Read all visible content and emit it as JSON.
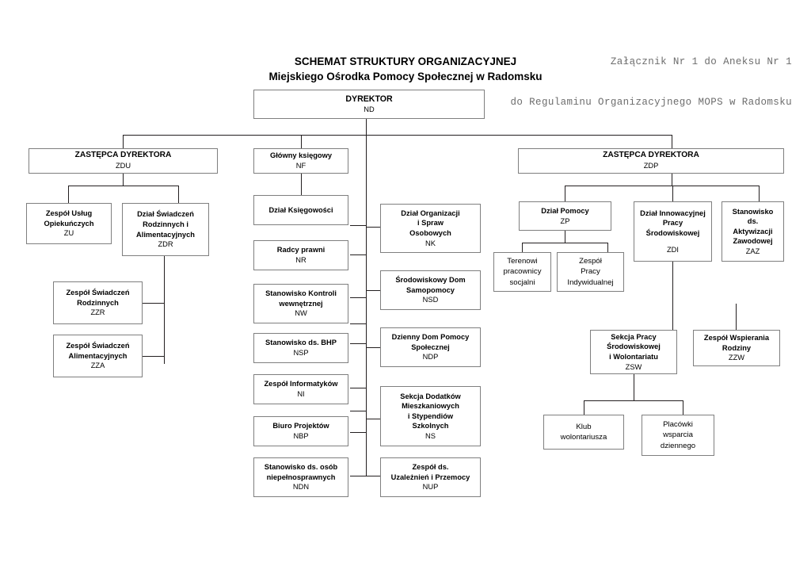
{
  "header": {
    "doc_ref_line1": "Załącznik Nr 1 do Aneksu Nr 1",
    "doc_ref_line2": "do Regulaminu Organizacyjnego MOPS w Radomsku"
  },
  "title": {
    "line1": "SCHEMAT STRUKTURY ORGANIZACYJNEJ",
    "line2": "Miejskiego Ośrodka Pomocy Społecznej w Radomsku"
  },
  "nodes": {
    "dyrektor": {
      "name": "DYREKTOR",
      "code": "ND"
    },
    "zdu": {
      "name": "ZASTĘPCA DYREKTORA",
      "code": "ZDU"
    },
    "glowny": {
      "name": "Główny księgowy",
      "code": "NF"
    },
    "zdp": {
      "name": "ZASTĘPCA DYREKTORA",
      "code": "ZDP"
    },
    "zu": {
      "name": "Zespół Usług\nOpiekuńczych",
      "code": "ZU"
    },
    "zdr": {
      "name": "Dział Świadczeń\nRodzinnych  i\nAlimentacyjnych",
      "code": "ZDR"
    },
    "zzr": {
      "name": "Zespół Świadczeń\nRodzinnych",
      "code": "ZZR"
    },
    "zza": {
      "name": "Zespół Świadczeń\nAlimentacyjnych",
      "code": "ZZA"
    },
    "ksiegowosc": {
      "name": "Dział Księgowości",
      "code": ""
    },
    "radcy": {
      "name": "Radcy prawni",
      "code": "NR"
    },
    "kontrola": {
      "name": "Stanowisko Kontroli\nwewnętrznej",
      "code": "NW"
    },
    "bhp": {
      "name": "Stanowisko ds. BHP",
      "code": "NSP"
    },
    "informatycy": {
      "name": "Zespół Informatyków",
      "code": "NI"
    },
    "projekty": {
      "name": "Biuro Projektów",
      "code": "NBP"
    },
    "niepelnospr": {
      "name": "Stanowisko ds. osób\nniepełnosprawnych",
      "code": "NDN"
    },
    "organizacja": {
      "name": "Dział Organizacji\ni  Spraw\nOsobowych",
      "code": "NK"
    },
    "sds": {
      "name": "Środowiskowy Dom\nSamopomocy",
      "code": "NSD"
    },
    "ddps": {
      "name": "Dzienny Dom Pomocy\nSpołecznej",
      "code": "NDP"
    },
    "dodatki": {
      "name": "Sekcja Dodatków\nMieszkaniowych\ni Stypendiów\nSzkolnych",
      "code": "NS"
    },
    "uzaleznienia": {
      "name": "Zespół ds.\nUzależnień i Przemocy",
      "code": "NUP"
    },
    "pomoc": {
      "name": "Dział Pomocy",
      "code": "ZP"
    },
    "terenowi": {
      "name": "Terenowi\npracownicy\nsocjalni",
      "code": ""
    },
    "zpi": {
      "name": "Zespół\nPracy\nIndywidualnej",
      "code": ""
    },
    "zdi": {
      "name": "Dział Innowacyjnej\nPracy\nŚrodowiskowej",
      "code": "ZDI"
    },
    "zaz": {
      "name": "Stanowisko\nds.\nAktywizacji\nZawodowej",
      "code": "ZAZ"
    },
    "zsw": {
      "name": "Sekcja Pracy\nŚrodowiskowej\ni Wolontariatu",
      "code": "ZSW"
    },
    "zzw": {
      "name": "Zespół Wspierania\nRodziny",
      "code": "ZZW"
    },
    "klub": {
      "name": "Klub\nwolontariusza",
      "code": ""
    },
    "placowki": {
      "name": "Placówki\nwsparcia\ndziennego",
      "code": ""
    }
  },
  "colors": {
    "line": "#231f20",
    "box_border": "#7f7f7f",
    "doc_ref_text": "#6d6d6d",
    "background": "#ffffff"
  }
}
